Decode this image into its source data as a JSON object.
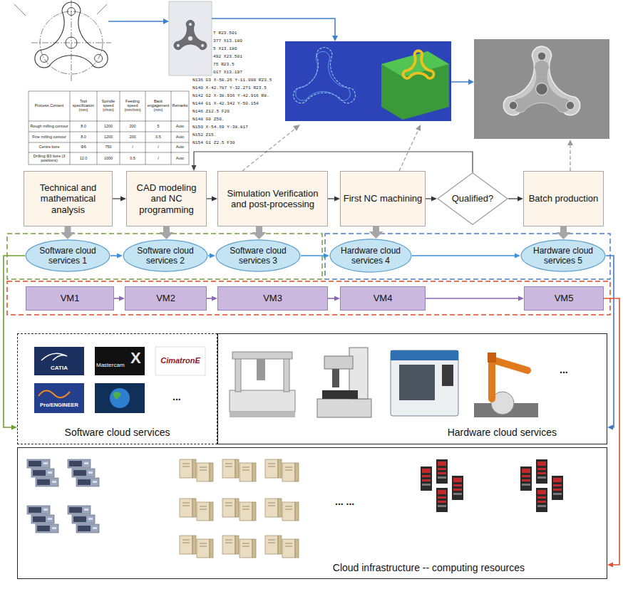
{
  "diagram": {
    "nodes": [
      {
        "text": [
          "Technical and mathematical analysis"
        ]
      },
      {
        "text": [
          "CAD modeling and NC programming"
        ]
      },
      {
        "text": [
          "Simulation Verification and post-processing"
        ]
      },
      {
        "text": [
          "First NC machining"
        ]
      },
      {
        "text": [
          "Qualified?"
        ]
      },
      {
        "text": [
          "Batch production"
        ]
      },
      {
        "text": [
          "Software cloud services 1"
        ]
      },
      {
        "text": [
          "Software cloud services 2"
        ]
      },
      {
        "text": [
          "Software cloud services 3"
        ]
      },
      {
        "text": [
          "Hardware cloud services 4"
        ]
      },
      {
        "text": [
          "Hardware cloud services 5"
        ]
      },
      {
        "text": [
          "VM1"
        ]
      },
      {
        "text": [
          "VM2"
        ]
      },
      {
        "text": [
          "VM3"
        ]
      },
      {
        "text": [
          "VM4"
        ]
      },
      {
        "text": [
          "VM5"
        ]
      },
      {
        "text": [
          "Software cloud services"
        ]
      },
      {
        "text": [
          "Hardware cloud services"
        ]
      },
      {
        "text": [
          "Cloud infrastructure -- computing resources"
        ]
      }
    ],
    "edges": [
      {
        "from": 0,
        "to": 1,
        "arrow": "to"
      },
      {
        "from": 1,
        "to": 2,
        "arrow": "to"
      },
      {
        "from": 2,
        "to": 3,
        "arrow": "to"
      },
      {
        "from": 3,
        "to": 4,
        "arrow": "to"
      },
      {
        "from": 4,
        "to": 5,
        "arrow": "to"
      },
      {
        "from": 4,
        "to": 1,
        "arrow": "to"
      },
      {
        "from": 0,
        "to": 6,
        "arrow": "to"
      },
      {
        "from": 1,
        "to": 7,
        "arrow": "to"
      },
      {
        "from": 2,
        "to": 8,
        "arrow": "to"
      },
      {
        "from": 3,
        "to": 9,
        "arrow": "to"
      },
      {
        "from": 5,
        "to": 10,
        "arrow": "to"
      },
      {
        "from": 6,
        "to": 7,
        "arrow": "to"
      },
      {
        "from": 7,
        "to": 8,
        "arrow": "to"
      },
      {
        "from": 8,
        "to": 9,
        "arrow": "to"
      },
      {
        "from": 9,
        "to": 10,
        "arrow": "to"
      },
      {
        "from": 11,
        "to": 12,
        "arrow": "to"
      },
      {
        "from": 12,
        "to": 13,
        "arrow": "to"
      },
      {
        "from": 13,
        "to": 14,
        "arrow": "to"
      },
      {
        "from": 14,
        "to": 15,
        "arrow": "to"
      },
      {
        "from": 6,
        "to": 16,
        "arrow": "to"
      },
      {
        "from": 10,
        "to": 17,
        "arrow": "to"
      },
      {
        "from": 15,
        "to": 18,
        "arrow": "to"
      }
    ],
    "labels": [
      "Process Content",
      "Tool specification (mm)",
      "Spindle speed (r/min)",
      "Feeding speed (mm/min)",
      "Back engagement (mm)",
      "Remarks",
      "Rough milling contour",
      "8.0",
      "1200",
      "200",
      "5",
      "Auto",
      "Fine milling contour",
      "8.0",
      "1200",
      "200",
      "0.5",
      "Auto",
      "Centre bore",
      "Φ6",
      "750",
      "/",
      "/",
      "Auto",
      "Drilling Φ3 bore (3 positions)",
      "12.0",
      "1000",
      "0.5",
      "/",
      "Auto",
      "T R23.501",
      "377 X13.180",
      "5 X13.180",
      "492 X23.501",
      "75 R23.5",
      "017 X13.197",
      "N136 G3 X-58.26 Y-11.000 R23.5",
      "N140 X-42.787 Y-32.271 R23.5",
      "N142 G2 X-38.936 Y-42.916 R8.",
      "N144 G1 X-42.342 Y-50.154",
      "N146 Z12.5 F20",
      "N148 G0 Z50.",
      "N150 X-54.69 Y-38.817",
      "N152 Z15.",
      "N154 G1 Z2.5 F30",
      "CATIA",
      "Mastercam",
      "X",
      "CimatronE",
      "Pro/ENGINEER",
      "...",
      "...",
      "... ..."
    ]
  }
}
